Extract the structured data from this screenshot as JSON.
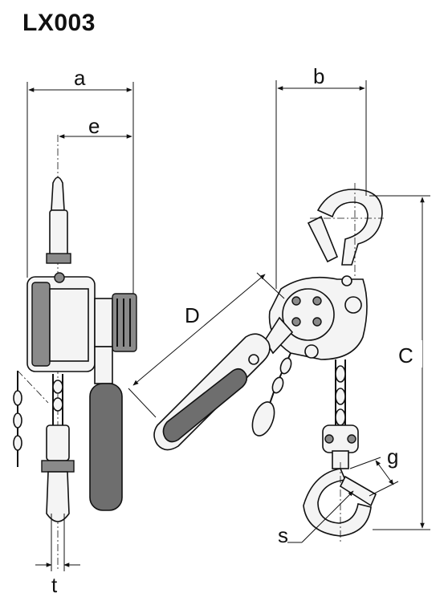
{
  "title": "LX003",
  "labels": {
    "a": "a",
    "e": "e",
    "b": "b",
    "C": "C",
    "D": "D",
    "g": "g",
    "s": "s",
    "t": "t"
  },
  "colors": {
    "line": "#111111",
    "metal": "#8a8a8a",
    "grip": "#6e6e6e"
  }
}
